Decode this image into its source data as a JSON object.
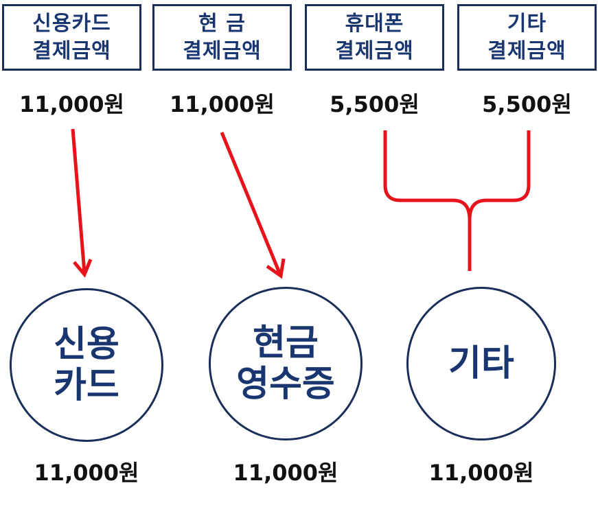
{
  "colors": {
    "navy": "#1a2e5a",
    "text_blue": "#1a3670",
    "arrow_red": "#e8121a",
    "amount_text": "#111111"
  },
  "top_boxes": [
    {
      "line1": "신용카드",
      "line2": "결제금액"
    },
    {
      "line1": "현 금",
      "line2": "결제금액"
    },
    {
      "line1": "휴대폰",
      "line2": "결제금액"
    },
    {
      "line1": "기타",
      "line2": "결제금액"
    }
  ],
  "top_amounts": [
    "11,000원",
    "11,000원",
    "5,500원",
    "5,500원"
  ],
  "circles": [
    {
      "line1": "신용",
      "line2": "카드"
    },
    {
      "line1": "현금",
      "line2": "영수증"
    },
    {
      "line1": "기타"
    }
  ],
  "bottom_amounts": [
    "11,000원",
    "11,000원",
    "11,000원"
  ]
}
